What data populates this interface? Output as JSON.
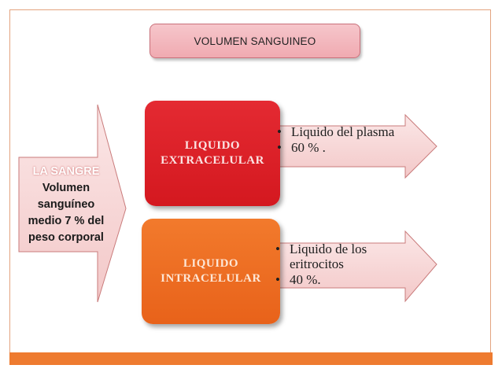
{
  "title": "VOLUMEN SANGUINEO",
  "blood": {
    "heading": "LA SANGRE",
    "lines": [
      "Volumen",
      "sanguíneo",
      "medio 7 % del",
      "peso corporal"
    ]
  },
  "extracellular": {
    "label_line1": "LIQUIDO",
    "label_line2": "EXTRACELULAR",
    "bullets": [
      "Liquido del plasma",
      "60 % ."
    ]
  },
  "intracellular": {
    "label_line1": "LIQUIDO",
    "label_line2": "INTRACELULAR",
    "bullets": [
      "Liquido de los eritrocitos",
      "40 %."
    ]
  },
  "colors": {
    "frame": "#e3a37f",
    "bottom_bar": "#ee7b30",
    "extra_box": "#e42a32",
    "intra_box": "#f27a2c",
    "arrow_fill": "#f8d9d9",
    "arrow_stroke": "#c97b7b"
  }
}
